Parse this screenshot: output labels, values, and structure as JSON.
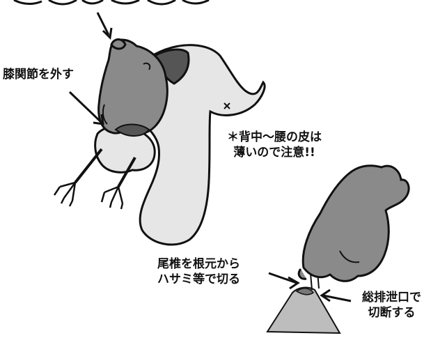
{
  "labels": {
    "top_cut": "",
    "knee": "膝関節を外す",
    "note_line1": "＊背中〜腰の皮は",
    "note_line2": "薄いので注意!!",
    "tail_line1": "尾椎を根元から",
    "tail_line2": "ハサミ等で切る",
    "cloaca_line1": "総排泄口で",
    "cloaca_line2": "切断する"
  },
  "colors": {
    "body_gray": "#8a8a8a",
    "dark_gray": "#555555",
    "skin_light": "#e6e6e6",
    "outline": "#111111",
    "cone": "#bdbdbd"
  }
}
